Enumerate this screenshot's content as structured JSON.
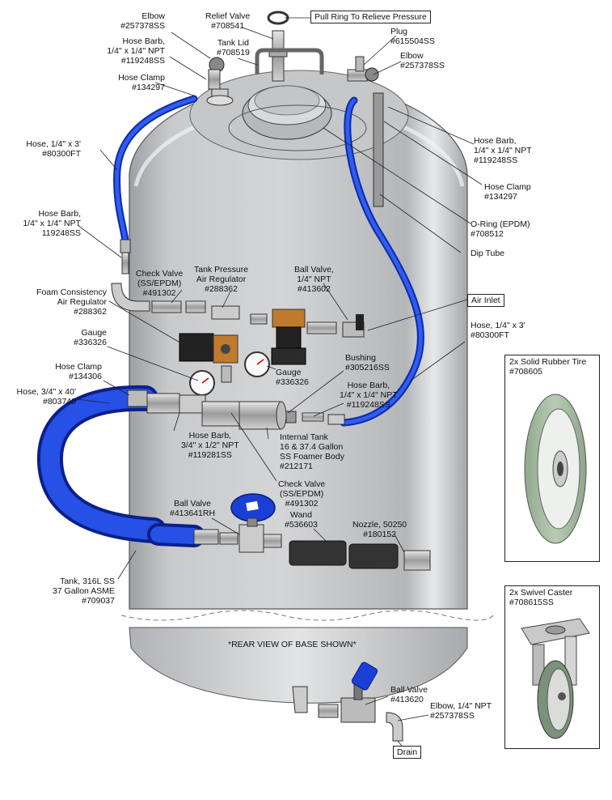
{
  "callouts": {
    "relief_valve": "Relief Valve\n#708541",
    "pull_ring": "Pull Ring To Relieve Pressure",
    "elbow_top_left": "Elbow\n#257378SS",
    "hose_barb_top_left": "Hose Barb,\n1/4\" x 1/4\" NPT\n#119248SS",
    "tank_lid": "Tank Lid\n#708519",
    "hose_clamp_top_left": "Hose Clamp\n#134297",
    "plug": "Plug\n#615504SS",
    "elbow_top_right": "Elbow\n#257378SS",
    "hose_left": "Hose, 1/4\" x 3'\n#80300FT",
    "hose_barb_right_top": "Hose Barb,\n1/4\" x 1/4\" NPT\n#119248SS",
    "hose_clamp_right": "Hose Clamp\n#134297",
    "hose_barb_left_mid": "Hose Barb,\n1/4\" x 1/4\" NPT\n119248SS",
    "o_ring": "O-Ring (EPDM)\n#708512",
    "dip_tube": "Dip Tube",
    "check_valve_top": "Check Valve\n(SS/EPDM)\n#491302",
    "tank_pressure_regulator": "Tank Pressure\nAir Regulator\n#288362",
    "ball_valve_top": "Ball Valve,\n1/4\" NPT\n#413602",
    "foam_regulator": "Foam Consistency\nAir Regulator\n#288362",
    "air_inlet": "Air Inlet",
    "hose_right": "Hose, 1/4\" x 3'\n#80300FT",
    "gauge_left": "Gauge\n#336326",
    "gauge_right": "Gauge\n#336326",
    "bushing": "Bushing\n#305216SS",
    "hose_clamp_large": "Hose Clamp\n#134306",
    "hose_barb_mid_right": "Hose Barb,\n1/4\" x 1/4\" NPT\n#119248SS",
    "hose_large": "Hose, 3/4\" x 40'\n#803740",
    "hose_barb_large": "Hose Barb,\n3/4\" x 1/2\" NPT\n#119281SS",
    "foamer_body": "Internal Tank\n16 & 37.4 Gallon\nSS Foamer Body\n#212171",
    "check_valve_mid": "Check Valve\n(SS/EPDM)\n#491302",
    "ball_valve_rh": "Ball Valve\n#413641RH",
    "wand": "Wand\n#536603",
    "nozzle": "Nozzle, 50250\n#180152",
    "tank": "Tank, 316L SS\n37 Gallon ASME\n#709037",
    "rear_view_note": "*REAR VIEW OF BASE SHOWN*",
    "ball_valve_drain": "Ball Valve\n#413620",
    "elbow_drain": "Elbow, 1/4\" NPT\n#257378SS",
    "drain": "Drain",
    "tire": "2x Solid Rubber Tire\n#708605",
    "caster": "2x Swivel Caster\n#708615SS"
  },
  "colors": {
    "hose_blue": "#1a3fd6",
    "tank_gray": "#b9bbbe",
    "tire_green": "#a9bfa6",
    "regulator_orange": "#c07a2c"
  }
}
